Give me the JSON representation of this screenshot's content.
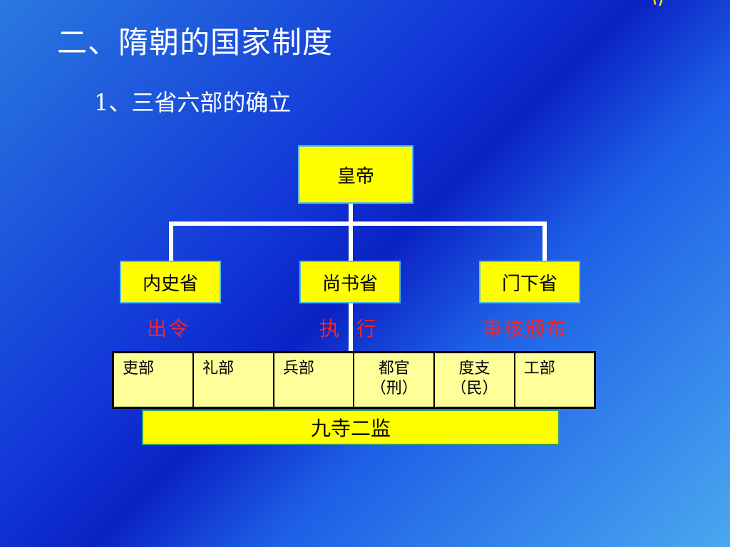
{
  "corner_mark": "立",
  "title": "二、隋朝的国家制度",
  "subtitle": "1、三省六部的确立",
  "org_chart": {
    "emperor": "皇帝",
    "departments": [
      {
        "name": "内史省",
        "role": "出令"
      },
      {
        "name": "尚书省",
        "role": "执  行"
      },
      {
        "name": "门下省",
        "role": "审核颁布"
      }
    ],
    "ministries": [
      {
        "line1": "吏部",
        "line2": ""
      },
      {
        "line1": "礼部",
        "line2": ""
      },
      {
        "line1": "兵部",
        "line2": ""
      },
      {
        "line1": "都官",
        "line2": "（刑）"
      },
      {
        "line1": "度支",
        "line2": "（民）"
      },
      {
        "line1": "工部",
        "line2": ""
      }
    ],
    "lower_box": "九寺二监"
  },
  "colors": {
    "box_fill": "#ffff00",
    "table_fill": "#ffff99",
    "role_text": "#ff2222",
    "title_text": "#ffffff"
  }
}
